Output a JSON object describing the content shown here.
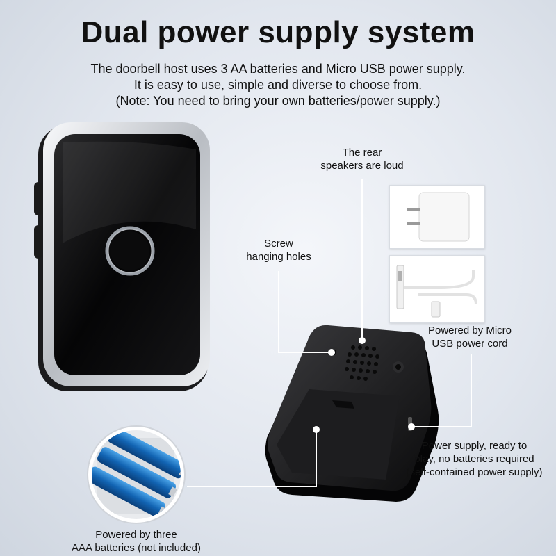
{
  "header": {
    "title": "Dual power supply system",
    "subtitle_lines": [
      "The doorbell host uses 3 AA batteries and Micro USB power supply.",
      "It is easy to use, simple and diverse to choose from.",
      "(Note: You need to bring your own batteries/power supply.)"
    ]
  },
  "callouts": {
    "rear_speakers": [
      "The rear",
      "speakers are loud"
    ],
    "screw_holes": [
      "Screw",
      "hanging holes"
    ],
    "usb_cord": [
      "Powered by Micro",
      "USB power cord"
    ],
    "power_supply": [
      "Power supply, ready to",
      "play, no batteries required",
      "(self-contained power supply)"
    ],
    "batteries": [
      "Powered by three",
      "AAA batteries (not included)"
    ]
  },
  "images": {
    "front_unit": "doorbell-front-icon",
    "rear_unit": "doorbell-rear-icon",
    "adapter": "power-adapter-icon",
    "cable": "usb-cable-icon",
    "battery_bay": "battery-compartment-icon"
  },
  "colors": {
    "leader_line": "#ffffff",
    "device_body": "#111111",
    "background": "#e1e6ee"
  }
}
